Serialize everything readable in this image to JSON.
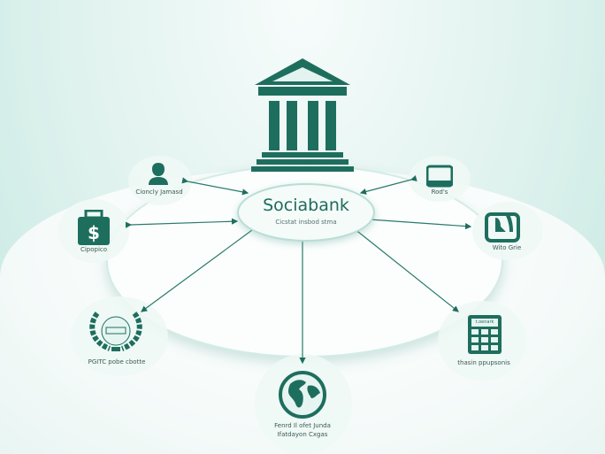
{
  "accent_color": "#1e6e5e",
  "center": {
    "title": "Sociabank",
    "subtitle": "Cicstat insbod stma",
    "icon": "bank-building-icon"
  },
  "nodes": [
    {
      "id": "person",
      "icon": "person-icon",
      "label": "Cioncly Jamasd"
    },
    {
      "id": "briefcase",
      "icon": "dollar-briefcase-icon",
      "label": "Cipopico"
    },
    {
      "id": "tablet",
      "icon": "tablet-icon",
      "label": "Rod's"
    },
    {
      "id": "seat",
      "icon": "seat-icon",
      "label": "Wito Grie"
    },
    {
      "id": "laurel",
      "icon": "laurel-wreath-icon",
      "label": "PGITC pobe cbotte"
    },
    {
      "id": "calculator",
      "icon": "calculator-icon",
      "label": "thasin ppupsonis",
      "screen": "t.oenark"
    },
    {
      "id": "globe",
      "icon": "globe-icon",
      "label": "Fenrd Il ofet Junda",
      "label2": "Ifatdayon Cxgas"
    }
  ]
}
